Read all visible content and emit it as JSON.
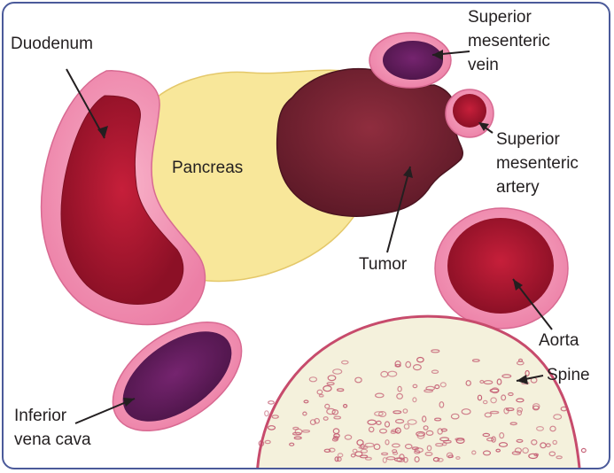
{
  "labels": {
    "duodenum": "Duodenum",
    "pancreas": "Pancreas",
    "tumor": "Tumor",
    "smv": [
      "Superior",
      "mesenteric",
      "vein"
    ],
    "sma": [
      "Superior",
      "mesenteric",
      "artery"
    ],
    "aorta": "Aorta",
    "spine": "Spine",
    "ivc": [
      "Inferior",
      "vena cava"
    ]
  },
  "colors": {
    "frame": "#4b5a9a",
    "pancreas": "#f8e79a",
    "tumor": "#7a2233",
    "vessel_wall": "#f291b4",
    "artery_lumen": "#a0132c",
    "vein_lumen": "#5c1a59",
    "bone": "#f4f1dc",
    "bone_speckle": "#c2586f",
    "leader_line": "#231f20"
  }
}
